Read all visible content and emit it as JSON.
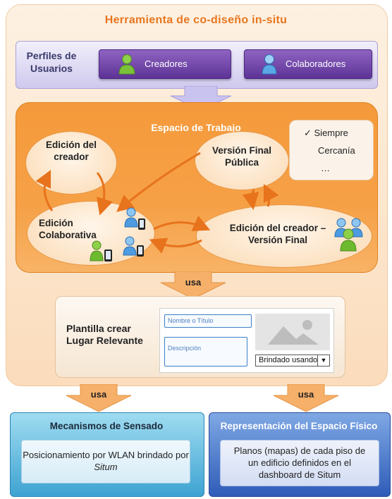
{
  "title": "Herramienta  de co-diseño  in-situ",
  "perfiles": {
    "label": "Perfiles de Usuarios",
    "creadores": "Creadores",
    "colaboradores": "Colaboradores"
  },
  "workspace": {
    "title": "Espacio de Trabajo",
    "edicion_creador": "Edición del creador",
    "version_final": "Versión Final Pública",
    "edicion_colaborativa": "Edición Colaborativa",
    "edicion_creador_final": "Edición del creador – Versión Final",
    "options": {
      "siempre": "✓ Siempre",
      "cercania": "Cercanía",
      "more": "…"
    }
  },
  "usa_label": "usa",
  "plantilla": {
    "label": "Plantilla crear Lugar Relevante",
    "nombre_placeholder": "Nombre o Título",
    "descripcion_placeholder": "Descripción",
    "select_value": "Brindado usando"
  },
  "sensado": {
    "title": "Mecanismos de Sensado",
    "text_main": "Posicionamiento por WLAN brindado por",
    "text_italic": "Situm"
  },
  "representacion": {
    "title": "Representación del Espacio Físico",
    "text": "Planos (mapas) de cada piso de un edificio definidos en el dashboard de Situm"
  },
  "colors": {
    "accent_orange": "#f59a3b",
    "title_orange": "#e8761e",
    "purple": "#6b3fa6",
    "sense_blue": "#3ea3d2",
    "repr_blue": "#2f5cb8"
  }
}
